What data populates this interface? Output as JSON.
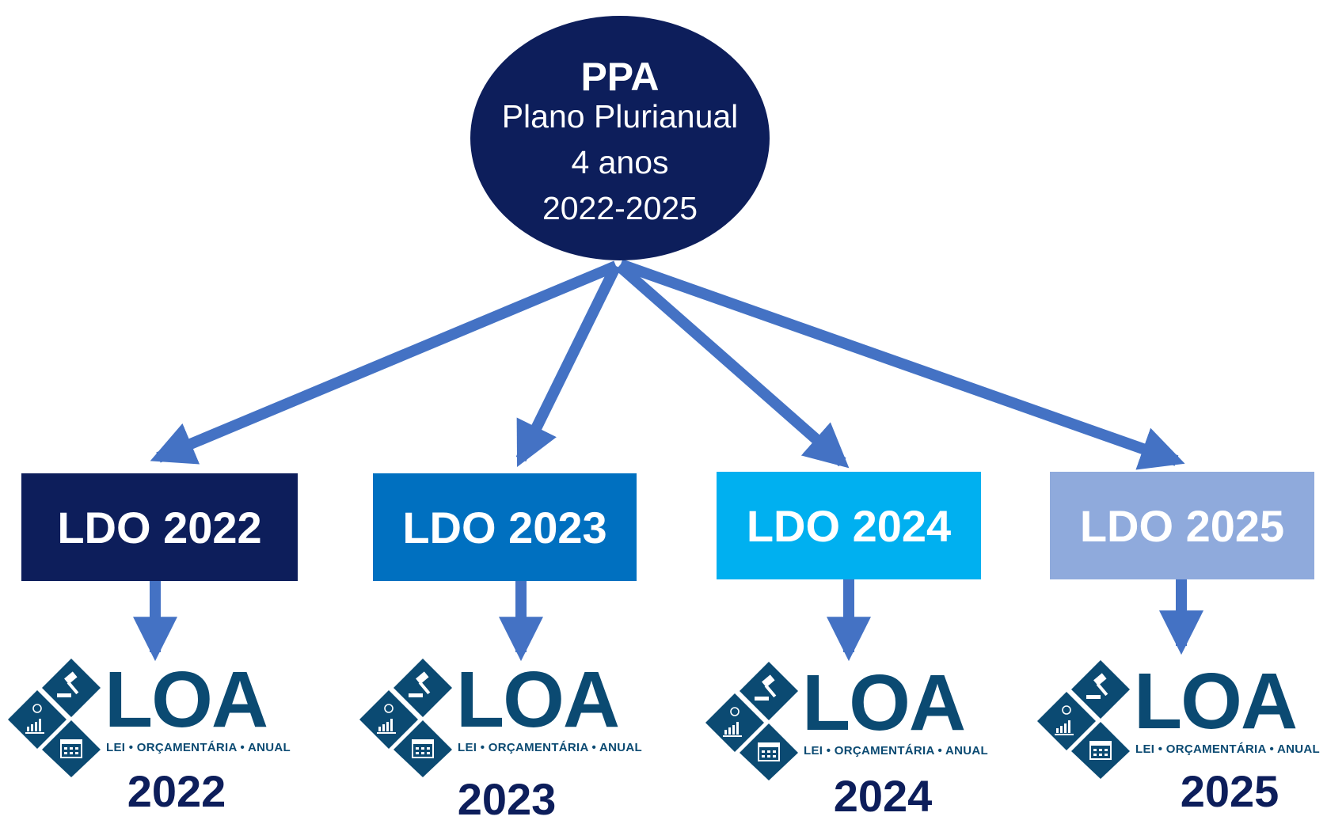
{
  "ppa": {
    "title": "PPA",
    "subtitle": "Plano Plurianual",
    "duration": "4 anos",
    "period": "2022-2025"
  },
  "colors": {
    "ppa": "#0d1e5b",
    "arrow": "#4472c4",
    "loa_logo": "#0b4a72"
  },
  "ldo": [
    {
      "label": "LDO 2022",
      "color": "#0d1e5b"
    },
    {
      "label": "LDO 2023",
      "color": "#0070c0"
    },
    {
      "label": "LDO 2024",
      "color": "#00b0f0"
    },
    {
      "label": "LDO 2025",
      "color": "#8faadc"
    }
  ],
  "loa": [
    {
      "word": "LOA",
      "tagline": "LEI • ORÇAMENTÁRIA • ANUAL",
      "year": "2022"
    },
    {
      "word": "LOA",
      "tagline": "LEI • ORÇAMENTÁRIA • ANUAL",
      "year": "2023"
    },
    {
      "word": "LOA",
      "tagline": "LEI • ORÇAMENTÁRIA • ANUAL",
      "year": "2024"
    },
    {
      "word": "LOA",
      "tagline": "LEI • ORÇAMENTÁRIA • ANUAL",
      "year": "2025"
    }
  ]
}
